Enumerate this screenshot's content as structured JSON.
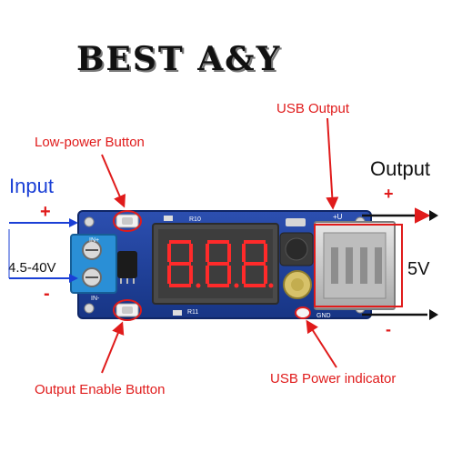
{
  "brand": {
    "title": "BEST A&Y"
  },
  "labels": {
    "input": "Input",
    "input_plus": "+",
    "input_minus": "-",
    "input_range": "4.5-40V",
    "output": "Output",
    "output_plus": "+",
    "output_minus": "-",
    "output_voltage": "5V",
    "usb_output": "USB Output",
    "low_power_button": "Low-power Button",
    "output_enable_button": "Output Enable Button",
    "usb_power_indicator": "USB Power indicator"
  },
  "board": {
    "pin_in_plus": "IN+",
    "pin_in_minus": "IN-",
    "pin_out_plus": "+U",
    "pin_gnd": "GND",
    "silk_r10": "R10",
    "silk_r11": "R11"
  },
  "colors": {
    "pcb": "#1f3f9c",
    "annotation": "#e01b1b",
    "input_text": "#1a3fd6",
    "terminal": "#2a8fd6",
    "display_digits": "#ff2a2a"
  }
}
